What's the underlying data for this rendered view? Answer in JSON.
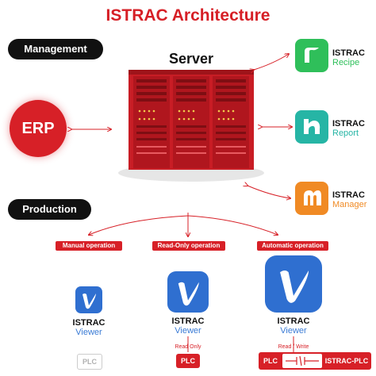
{
  "title": "ISTRAC Architecture",
  "sections": {
    "management": "Management",
    "production": "Production"
  },
  "server_label": "Server",
  "erp_label": "ERP",
  "apps": [
    {
      "name": "ISTRAC",
      "sub": "Recipe",
      "color": "#2fbf5a",
      "subcolor": "#2fbf5a"
    },
    {
      "name": "ISTRAC",
      "sub": "Report",
      "color": "#26b5a5",
      "subcolor": "#26b5a5"
    },
    {
      "name": "ISTRAC",
      "sub": "Manager",
      "color": "#f08a24",
      "subcolor": "#f08a24"
    }
  ],
  "operations": [
    {
      "label": "Manual operation"
    },
    {
      "label": "Read-Only operation"
    },
    {
      "label": "Automatic operation"
    }
  ],
  "viewers": [
    {
      "name": "ISTRAC",
      "sub": "Viewer"
    },
    {
      "name": "ISTRAC",
      "sub": "Viewer"
    },
    {
      "name": "ISTRAC",
      "sub": "Viewer"
    }
  ],
  "plc_label": "PLC",
  "read_only_label": "Read Only",
  "read_write_label": "Read / Write",
  "istrac_plc_label": "ISTRAC-PLC",
  "colors": {
    "accent": "#d72027",
    "viewer_blue": "#2f6fd0",
    "dark": "#111111"
  }
}
